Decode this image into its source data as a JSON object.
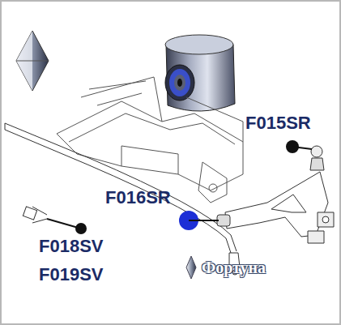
{
  "diagram": {
    "labels": [
      "F015SR",
      "F016SR",
      "F018SV",
      "F019SV",
      "Фортуна"
    ]
  }
}
